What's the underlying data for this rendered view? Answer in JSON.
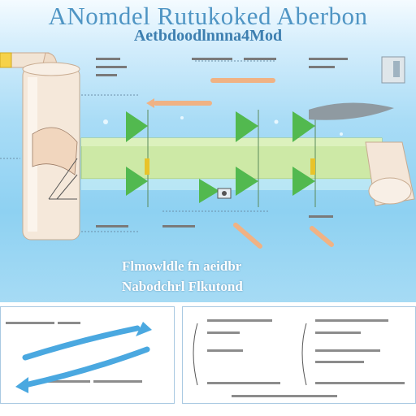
{
  "header": {
    "title": "ANomdel Rutukoked Aberbon",
    "subtitle": "Aetbdoodlnnna4Mod"
  },
  "diagram": {
    "captions": [
      "Flmowldle fn aeidbr",
      "Nabodchrl Flkutond"
    ]
  },
  "panels": {
    "left": {
      "labels": [
        "",
        "",
        ""
      ]
    },
    "right": {
      "labels": [
        "",
        "",
        "",
        "",
        "",
        ""
      ]
    }
  },
  "colors": {
    "sky": "#8ed1f2",
    "pipe": "#c9e8a0",
    "tank": "#f5e6d8",
    "fin": "#4fb84f",
    "accent_orange": "#f3b98a",
    "arrow_blue": "#4aa8e0"
  }
}
